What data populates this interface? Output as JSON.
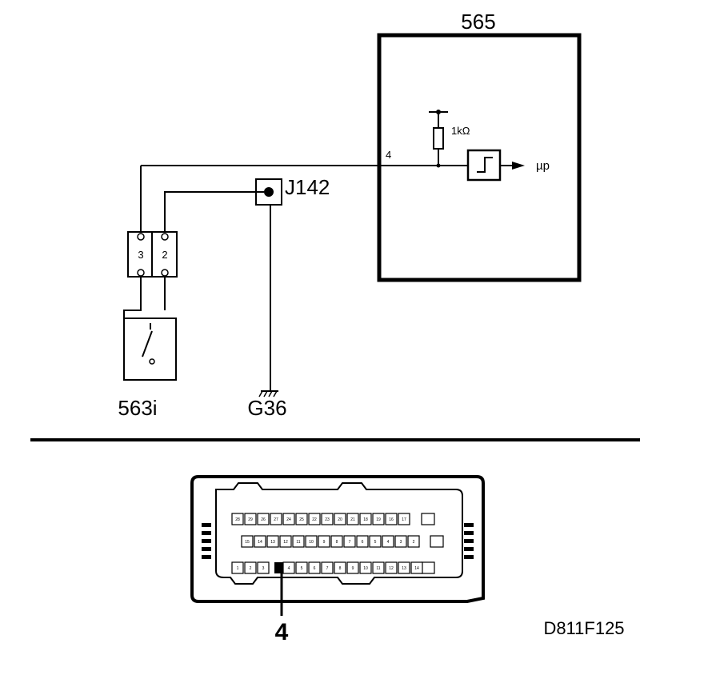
{
  "diagram": {
    "ecu_label": "565",
    "pin_label": "4",
    "resistor_label": "1kΩ",
    "output_label": "µp",
    "junction_label": "J142",
    "connector_pins": [
      "3",
      "2"
    ],
    "switch_label": "563i",
    "ground_label": "G36"
  },
  "connector_view": {
    "pointer_label": "4",
    "row1": [
      "28",
      "29",
      "26",
      "27",
      "24",
      "25",
      "22",
      "23",
      "20",
      "21",
      "18",
      "19",
      "16",
      "17"
    ],
    "row2": [
      "15",
      "14",
      "13",
      "12",
      "11",
      "10",
      "9",
      "8",
      "7",
      "6",
      "5",
      "4",
      "3",
      "2"
    ],
    "row3": [
      "1",
      "2",
      "3",
      "4",
      "5",
      "6",
      "7",
      "8",
      "9",
      "10",
      "11",
      "12",
      "13",
      "14"
    ],
    "figure_code": "D811F125"
  },
  "colors": {
    "ink": "#000000",
    "background": "#ffffff"
  }
}
